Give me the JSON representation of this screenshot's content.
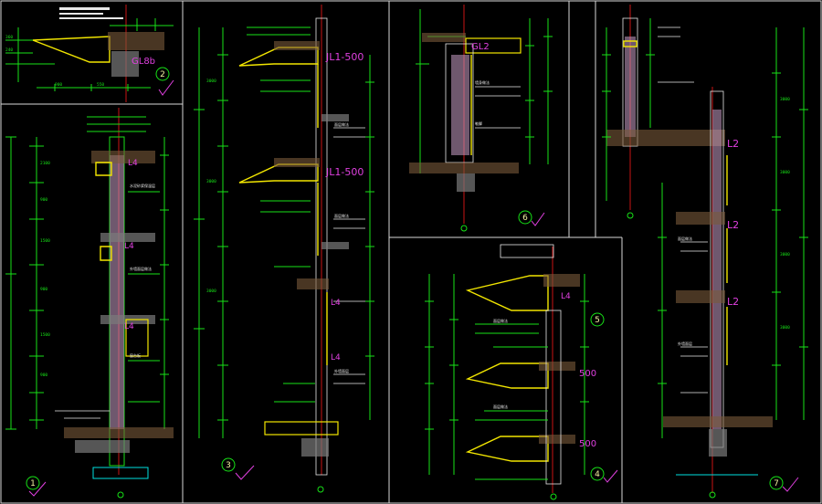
{
  "canvas": {
    "background": "#000000"
  },
  "colors": {
    "frame": "#d9d9d9",
    "dimension_green": "#17e217",
    "annotation_white": "#e8e8e8",
    "axis_red": "#e01818",
    "insulation_yellow": "#f2e600",
    "tag_magenta": "#e040e0",
    "slab_cyan": "#00e0e0",
    "detail_number": "#f2f2a0"
  },
  "details": [
    {
      "number": "1",
      "tags": [
        "L4",
        "L4",
        "L4"
      ]
    },
    {
      "number": "2",
      "tags": [
        "GL8b"
      ]
    },
    {
      "number": "3",
      "tags": [
        "JL1-500",
        "JL1-500",
        "L4",
        "L4"
      ]
    },
    {
      "number": "4",
      "tags": [
        "L4",
        "500",
        "500"
      ]
    },
    {
      "number": "5",
      "tags": []
    },
    {
      "number": "6",
      "tags": [
        "GL2"
      ]
    },
    {
      "number": "7",
      "tags": [
        "L2",
        "L2",
        "L2"
      ]
    }
  ]
}
